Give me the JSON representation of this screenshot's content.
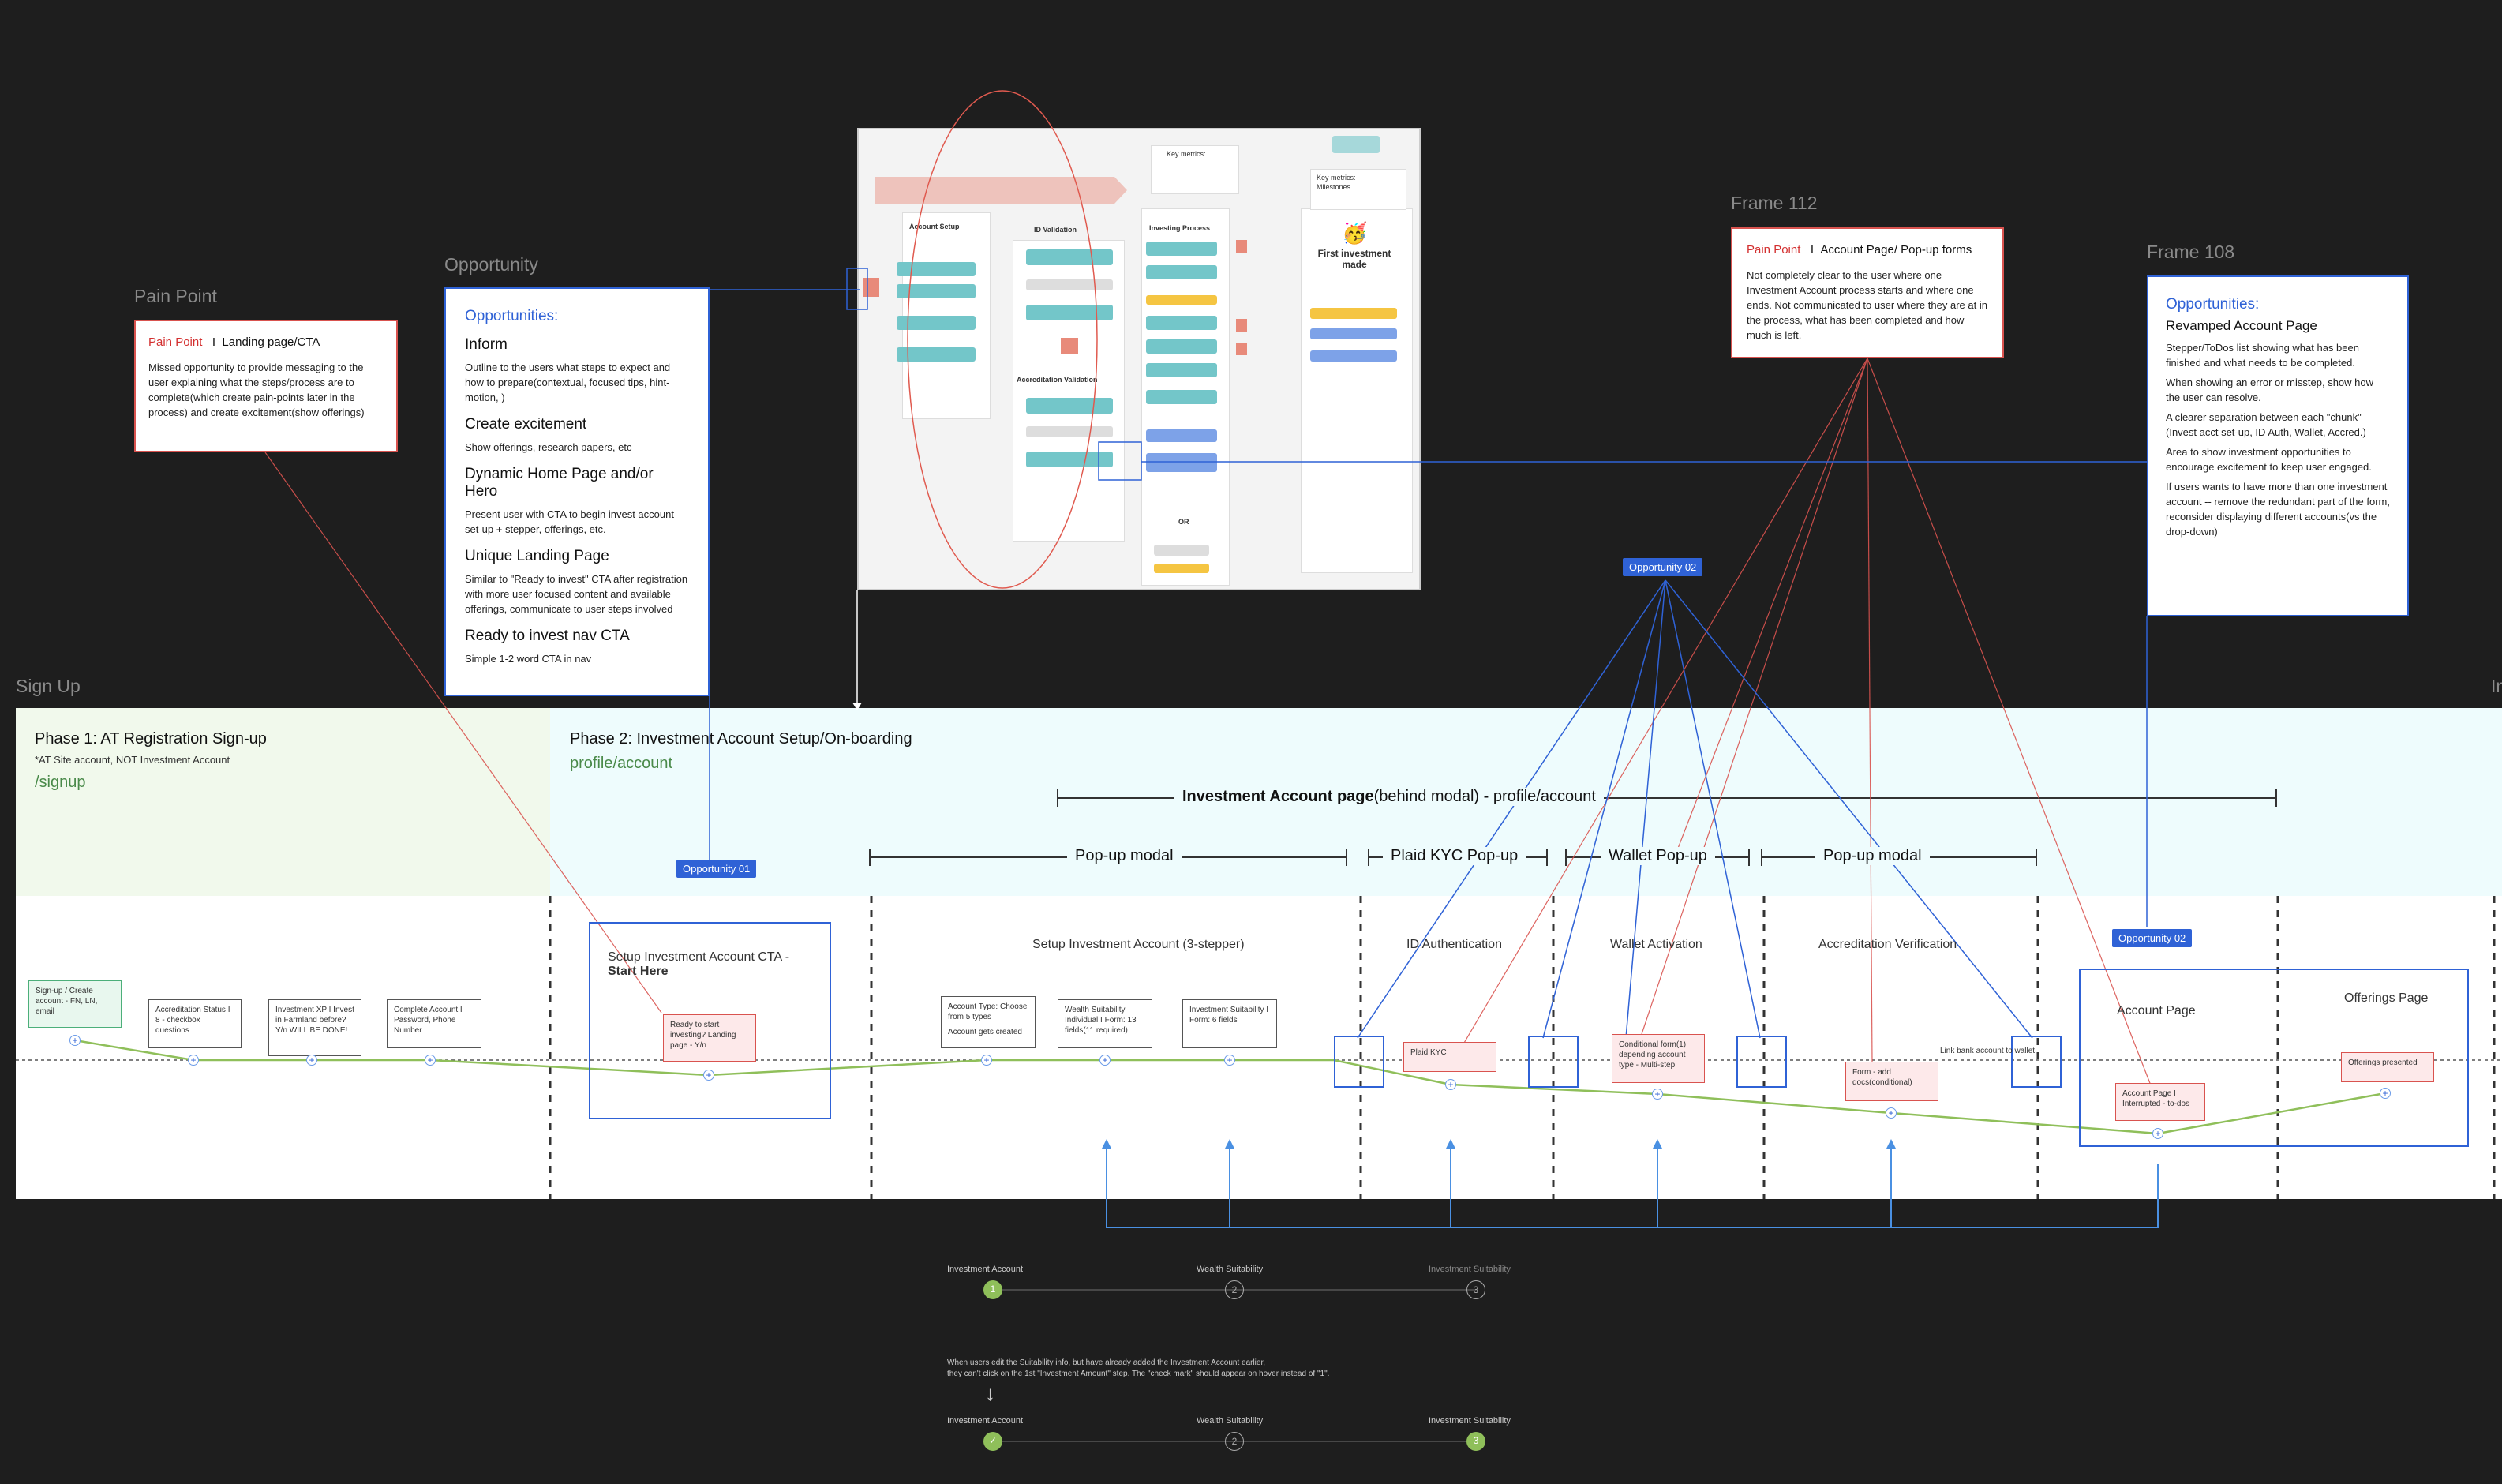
{
  "frames": {
    "pain_point_1": "Pain Point",
    "opportunity": "Opportunity",
    "frame_112": "Frame 112",
    "frame_108": "Frame 108",
    "sign_up": "Sign Up",
    "edge_right": "In"
  },
  "pain_point_1": {
    "tag": "Pain Point",
    "sep": "I",
    "title": "Landing page/CTA",
    "body": "Missed opportunity to provide messaging to the user explaining what the steps/process are to complete(which create pain-points later in the process) and create excitement(show offerings)"
  },
  "opportunities_1": {
    "heading": "Opportunities:",
    "items": [
      {
        "title": "Inform",
        "text": "Outline to the users what steps to expect and how to prepare(contextual, focused tips, hint-motion, )"
      },
      {
        "title": "Create excitement",
        "text": "Show offerings, research papers, etc"
      },
      {
        "title": "Dynamic Home Page and/or Hero",
        "text": "Present user with CTA to begin invest account set-up + stepper, offerings, etc."
      },
      {
        "title": "Unique Landing Page",
        "text": "Similar to \"Ready to invest\" CTA after registration with more user focused content and available offerings, communicate to user steps involved"
      },
      {
        "title": "Ready to invest nav CTA",
        "text": "Simple 1-2 word CTA in nav"
      }
    ]
  },
  "pain_point_2": {
    "tag": "Pain Point",
    "sep": "I",
    "title": "Account Page/ Pop-up forms",
    "body": "Not completely clear to the user where one Investment Account process starts and where one ends. Not communicated to user where they are at in the process, what has been completed and how much is left."
  },
  "opportunities_2": {
    "heading": "Opportunities:",
    "title": "Revamped Account Page",
    "items": [
      "Stepper/ToDos list showing what has been finished and what needs to be completed.",
      "When showing an error or misstep, show how the user can resolve.",
      "A clearer separation between each \"chunk\" (Invest acct set-up, ID Auth, Wallet, Accred.)",
      "Area to show investment opportunities to encourage excitement to keep user engaged.",
      "If users wants to have more than one investment account -- remove the redundant part of the form, reconsider displaying different accounts(vs the drop-down)"
    ]
  },
  "phase1": {
    "title": "Phase 1: AT Registration Sign-up",
    "sub": "*AT Site account, NOT Investment Account",
    "route": "/signup"
  },
  "phase2": {
    "title": "Phase 2: Investment Account Setup/On-boarding",
    "route": "profile/account"
  },
  "brackets": {
    "invest_page_bold": "Investment Account page",
    "invest_page_rest": "(behind modal)  - profile/account",
    "popup1": "Pop-up modal",
    "plaid": "Plaid KYC Pop-up",
    "wallet": "Wallet Pop-up",
    "popup2": "Pop-up modal"
  },
  "badges": {
    "opp01": "Opportunity 01",
    "opp02_a": "Opportunity 02",
    "opp02_b": "Opportunity 02"
  },
  "sections": {
    "setup_cta": "Setup Investment Account CTA -",
    "setup_cta_bold": "Start Here",
    "setup3": "Setup Investment Account (3-stepper)",
    "id_auth": "ID Authentication",
    "wallet_act": "Wallet Activation",
    "accred": "Accreditation Verification",
    "account_page": "Account Page",
    "offerings_page": "Offerings Page",
    "link_bank": "Link bank account to wallet"
  },
  "steps": {
    "signup": "Sign-up / Create account - FN, LN, email",
    "accred_status": "Accreditation Status I 8 - checkbox questions",
    "invest_xp": "Investment XP I Invest in Farmland before? Y/n WILL BE DONE!",
    "complete_acct": "Complete Account I Password, Phone Number",
    "ready": "Ready to start investing? Landing page - Y/n",
    "acct_type": "Account Type: Choose from 5 types",
    "acct_created": "Account gets created",
    "wealth": "Wealth Suitability Individual I Form: 13 fields(11 required)",
    "inv_suit": "Investment Suitability I Form: 6 fields",
    "plaid_kyc": "Plaid KYC",
    "conditional": "Conditional form(1) depending account type - Multi-step",
    "form_add": "Form - add docs(conditional)",
    "acct_page_int": "Account Page I Interrupted - to-dos",
    "offerings_presented": "Offerings presented"
  },
  "stepper1": {
    "labels": [
      "Investment Account",
      "Wealth Suitability",
      "Investment Suitability"
    ],
    "numbers": [
      "1",
      "2",
      "3"
    ]
  },
  "stepper_note": {
    "line1": "When users edit the Suitability info, but have already added the Investment Account earlier,",
    "line2": "they can't click on the 1st \"Investment Amount\" step. The \"check mark\" should appear on hover instead of \"1\".",
    "arrow": "↓"
  },
  "stepper2": {
    "labels": [
      "Investment Account",
      "Wealth Suitability",
      "Investment Suitability"
    ],
    "numbers": [
      "✓",
      "2",
      "3"
    ]
  },
  "screenshot": {
    "account_setup": "Account Setup",
    "id_validation": "ID Validation",
    "accred_validation": "Accreditation Validation",
    "investing_process": "Investing Process",
    "first_investment": "First investment made",
    "or": "OR",
    "key_metrics_1": "Key metrics:",
    "key_metrics_2": "Key metrics:",
    "milestones": "Milestones",
    "emoji": "🥳"
  }
}
